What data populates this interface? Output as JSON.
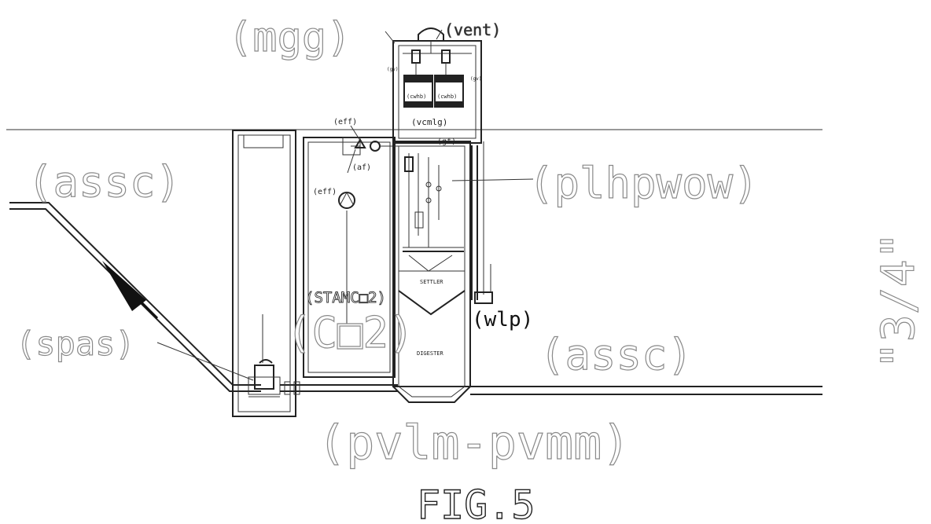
{
  "figure_label": "FIG.5",
  "scale_note": "\"3/4\"",
  "labels": {
    "mgg": "(mgg)",
    "vent": "(vent)",
    "vcmlg": "(vcmlg)",
    "eff_top": "(eff)",
    "eff_mid": "(eff)",
    "af": "(af)",
    "gf": "(gf)",
    "assc_left": "(assc)",
    "assc_right": "(assc)",
    "plhpwow": "(plhpwow)",
    "stamco2": "(STAMC□2)",
    "co2": "(C□2)",
    "wlp": "(wlp)",
    "spas": "(spas)",
    "pvlm_pvmm": "(pvlm-pvmm)",
    "settler": "SETTLER",
    "digester": "DIGESTER",
    "cwhb_left": "(cwhb)",
    "cwhb_right": "(cwhb)",
    "gv_left": "(gv)",
    "gv_right": "(gv)"
  }
}
